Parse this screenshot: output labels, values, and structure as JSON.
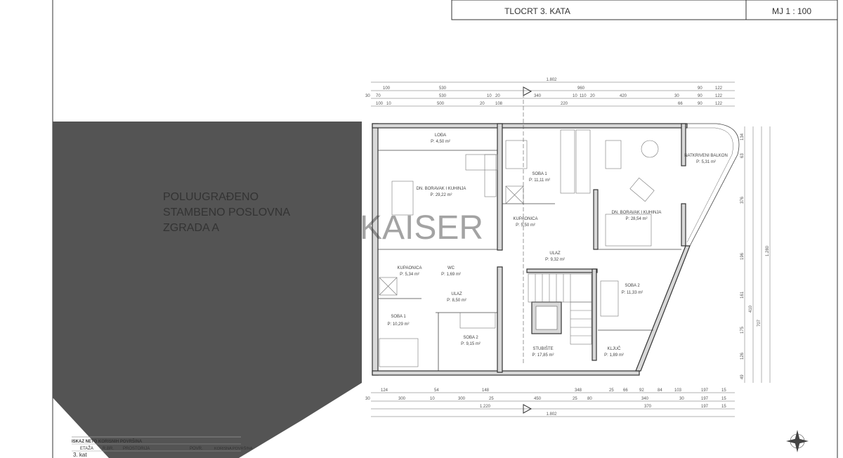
{
  "title_block": {
    "title": "TLOCRT 3. KATA",
    "scale": "MJ 1 : 100"
  },
  "neighbour_label": [
    "POLUUGRAĐENO",
    "STAMBENO POSLOVNA",
    "ZGRADA A"
  ],
  "watermark": "KAISER",
  "colors": {
    "neighbour_fill": "#545454",
    "line": "#333333"
  },
  "rooms": [
    {
      "name": "LOĐA",
      "area": "P: 4,50 m²"
    },
    {
      "name": "DN. BORAVAK I KUHINJA",
      "area": "P: 29,22 m²"
    },
    {
      "name": "KUPAONICA",
      "area": "P: 5,34 m²"
    },
    {
      "name": "WC",
      "area": "P: 1,69 m²"
    },
    {
      "name": "ULAZ",
      "area": "P: 8,50 m²"
    },
    {
      "name": "SOBA 1",
      "area": "P: 10,29 m²"
    },
    {
      "name": "SOBA 2",
      "area": "P: 9,15 m²"
    },
    {
      "name": "SOBA 1",
      "area": "P: 11,11 m²"
    },
    {
      "name": "KUPAONICA",
      "area": "P: 5,50 m²"
    },
    {
      "name": "ULAZ",
      "area": "P: 9,32 m²"
    },
    {
      "name": "DN. BORAVAK I KUHINJA",
      "area": "P: 28,54 m²"
    },
    {
      "name": "NATKRIVENI BALKON",
      "area": "P: 5,31 m²"
    },
    {
      "name": "SOBA 2",
      "area": "P: 11,33 m²"
    },
    {
      "name": "STUBIŠTE",
      "area": "P: 17,85 m²"
    },
    {
      "name": "KLJUČ",
      "area": "P: 1,89 m²"
    }
  ],
  "dimensions_top": {
    "total": "1.802",
    "row1": [
      "100",
      "530",
      "960",
      "90",
      "122"
    ],
    "row2": [
      "30",
      "70",
      "530",
      "10",
      "20",
      "340",
      "10",
      "110",
      "20",
      "420",
      "30",
      "90",
      "122"
    ],
    "row3": [
      "100",
      "10",
      "500",
      "20",
      "108",
      "220",
      "66",
      "90",
      "122"
    ]
  },
  "dimensions_bottom": {
    "row1": [
      "124",
      "54",
      "148",
      "348",
      "25",
      "66",
      "92",
      "84",
      "103",
      "197",
      "15"
    ],
    "row2": [
      "30",
      "300",
      "10",
      "300",
      "25",
      "450",
      "25",
      "80",
      "340",
      "30",
      "197",
      "15"
    ],
    "row3": [
      "1.220",
      "370",
      "197",
      "15"
    ],
    "total": "1.802"
  },
  "dimensions_right": [
    "134",
    "63",
    "376",
    "196",
    "161",
    "175",
    "126",
    "49",
    "1.280",
    "707",
    "410"
  ],
  "table": {
    "heading": "ISKAZ NETO KORISNIH POVRŠINA",
    "columns": [
      "ETAŽA",
      "R.BR.",
      "PROSTORIJA",
      "POVR.",
      "KORISNA POVRŠINA"
    ],
    "first_row": "3. kat"
  }
}
